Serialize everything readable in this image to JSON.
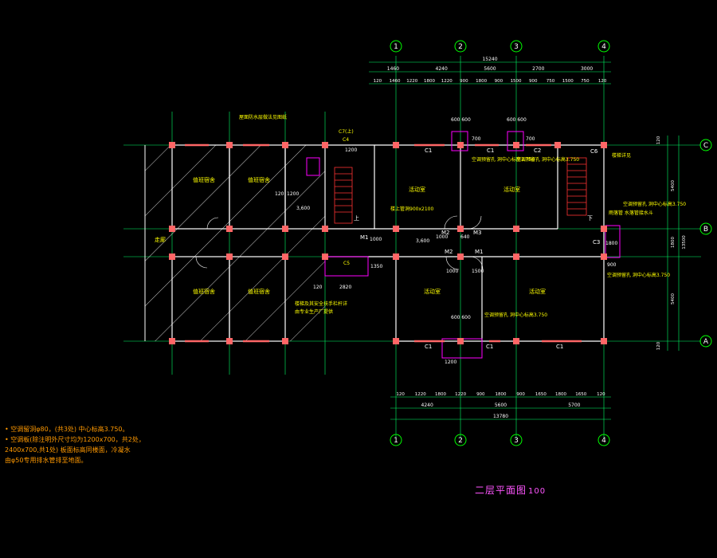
{
  "drawing": {
    "title": "二层平面图",
    "scale": "100",
    "axes_vertical": [
      "1",
      "2",
      "3",
      "4"
    ],
    "axes_horizontal": [
      "C",
      "B",
      "A"
    ],
    "top_dims_total": "15240",
    "top_dims_row1": [
      "1460",
      "4240",
      "5600",
      "2700",
      "3000"
    ],
    "top_dims_row2": [
      "120",
      "1460",
      "1220",
      "1800",
      "1220",
      "900",
      "1800",
      "900",
      "1500",
      "900",
      "750",
      "1500",
      "750",
      "120"
    ],
    "bottom_dims_row1": [
      "120",
      "1220",
      "1800",
      "1220",
      "900",
      "1800",
      "900",
      "1650",
      "1800",
      "1650",
      "120"
    ],
    "bottom_dims_row2": [
      "4240",
      "5600",
      "5700"
    ],
    "bottom_dims_total": "13780",
    "right_dims": [
      "120",
      "5400",
      "1800",
      "5400",
      "13500",
      "120"
    ],
    "rooms": {
      "office_tl": "值班宿舍",
      "office_tm": "值班宿舍",
      "office_bl": "值班宿舍",
      "office_bm": "值班宿舍",
      "room_c": "活动室",
      "room_d": "活动室",
      "room_e": "活动室",
      "room_f": "活动室",
      "corridor": "走廊"
    },
    "annotations": {
      "top_note": "屋面防水层做法见图纸",
      "ac_hole_1": "空调预留孔 洞中心标高3.750",
      "ac_hole_2": "空调预留孔 洞中心标高3.750",
      "ac_hole_3": "空调预留孔 洞中心标高3.750",
      "ac_hole_4": "空调预留孔 洞中心标高3.750",
      "ac_hole_5": "空调预留孔 洞中心标高3.750",
      "door_note": "楼上管洞900x2100",
      "stair_note": "楼梯详见",
      "pipe_note": "雨落管 水落管接水斗",
      "bottom_note_1": "楼梯及其安全扶手栏杆详",
      "bottom_note_2": "由专业生产厂提供",
      "c7": "C7(上)",
      "c4": "C4",
      "c5": "C5",
      "dim_1200": "1200",
      "dim_3600a": "3,600",
      "dim_3600b": "3,600",
      "dim_2820": "2820",
      "dim_1000a": "1000",
      "dim_1000b": "1000",
      "dim_1500": "1500",
      "dim_1200b": "1200",
      "dim_1350": "1350",
      "dim_640": "640",
      "dim_120a": "120",
      "dim_120b": "120",
      "dim_1800v": "1800",
      "dim_900v": "900"
    },
    "labels": {
      "C1a": "C1",
      "C1b": "C1",
      "C2": "C2",
      "C1c": "C1",
      "C1d": "C1",
      "C1e": "C1",
      "M1": "M1",
      "M2": "M2",
      "M3": "M3",
      "M2b": "M2",
      "M1b": "M1",
      "C3": "C3",
      "C6": "C6",
      "up": "上",
      "dn": "下"
    },
    "dims_small": {
      "d600a": "600 600",
      "d600b": "600 600",
      "d600c": "600 600",
      "d700a": "700",
      "d700b": "700",
      "d1000": "1000",
      "d1200": "1200"
    }
  },
  "notes": [
    "• 空调留洞φ80，(共3处) 中心标高3.750。",
    "• 空调板(除注明外尺寸均为1200x700，共2处，",
    "  2400x700,共1处) 板面标高同楼面，冷凝水",
    "  由φ50专用排水管排至地面。"
  ],
  "colors": {
    "background": "#000000",
    "wall": "#ffffff",
    "grid": "#00ff66",
    "hatch": "#ffffff",
    "axis": "#00ff00",
    "column": "#ff6666",
    "window": "#ff6666",
    "text": "#ffff00",
    "annotation": "#ff9900",
    "magenta": "#ff00ff",
    "stair": "#ff3333"
  }
}
